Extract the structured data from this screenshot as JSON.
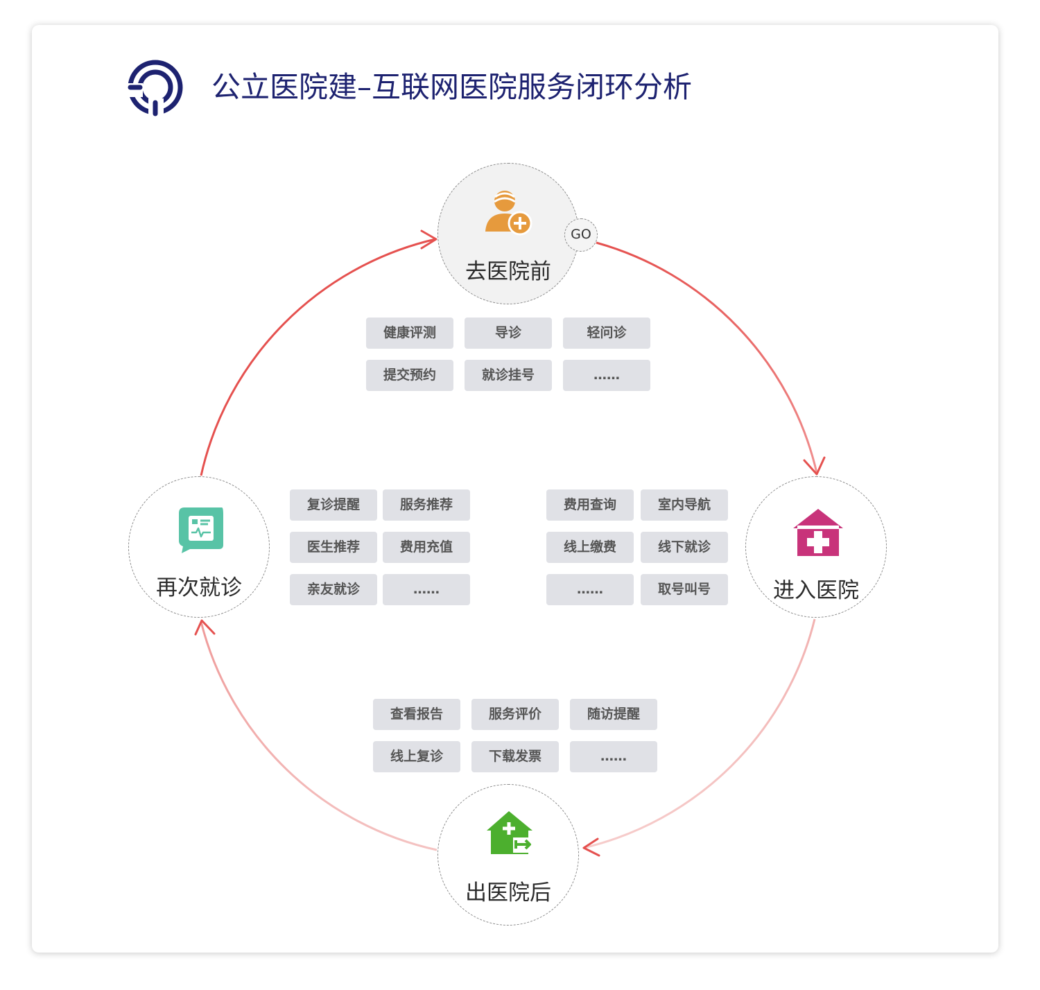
{
  "title": "公立医院建–互联网医院服务闭环分析",
  "colors": {
    "title": "#1d2270",
    "arrow": "#e5514f",
    "tag_bg": "#e0e1e6",
    "icon_orange": "#e69a3d",
    "icon_magenta": "#c8337a",
    "icon_green": "#4caf2e",
    "icon_teal": "#58c3a6"
  },
  "nodes": {
    "before": {
      "label": "去医院前",
      "icon": "patient-plus-icon",
      "badge": "GO"
    },
    "enter": {
      "label": "进入医院",
      "icon": "hospital-cross-icon"
    },
    "after": {
      "label": "出医院后",
      "icon": "house-exit-icon"
    },
    "revisit": {
      "label": "再次就诊",
      "icon": "medical-record-chat-icon"
    }
  },
  "tags": {
    "before": [
      "健康评测",
      "导诊",
      "轻问诊",
      "提交预约",
      "就诊挂号",
      "……"
    ],
    "revisit": [
      "复诊提醒",
      "服务推荐",
      "医生推荐",
      "费用充值",
      "亲友就诊",
      "……"
    ],
    "enter": [
      "费用查询",
      "室内导航",
      "线上缴费",
      "线下就诊",
      "……",
      "取号叫号"
    ],
    "after": [
      "查看报告",
      "服务评价",
      "随访提醒",
      "线上复诊",
      "下载发票",
      "……"
    ]
  }
}
